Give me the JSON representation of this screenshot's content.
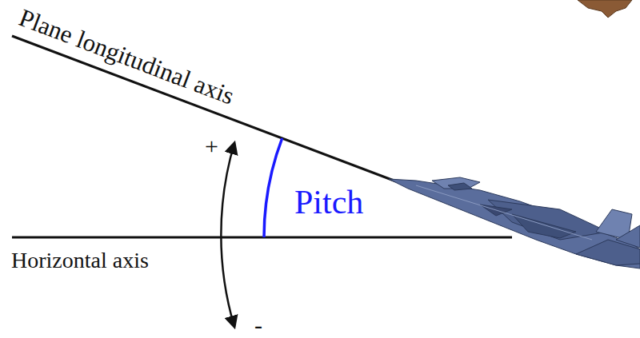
{
  "diagram": {
    "labels": [
      "Plane longitudinal axis",
      "Pitch",
      "Horizontal axis",
      "+",
      "-"
    ]
  }
}
